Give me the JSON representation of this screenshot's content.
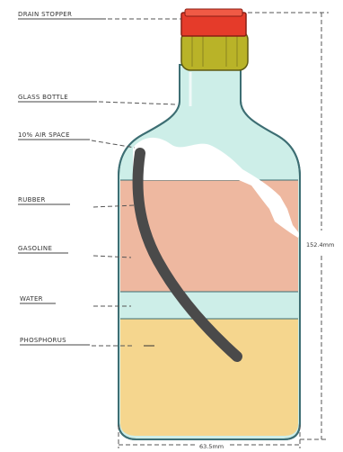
{
  "labels": {
    "stopper": "DRAIN STOPPER",
    "bottle": "GLASS BOTTLE",
    "air_space": "10% AIR SPACE",
    "rubber": "RUBBER",
    "gasoline": "GASOLINE",
    "water": "WATER",
    "phosphorus": "PHOSPHORUS"
  },
  "dimensions": {
    "height": "152.4mm",
    "width": "63.5mm"
  },
  "colors": {
    "stopper_cap": "#e53b2a",
    "stopper_collar": "#b9b328",
    "glass": "#cdeee8",
    "gasoline": "#eeb8a0",
    "water": "#cdeee8",
    "phosphorus": "#f5d68e",
    "rubber_tube": "#4a4a4a"
  }
}
